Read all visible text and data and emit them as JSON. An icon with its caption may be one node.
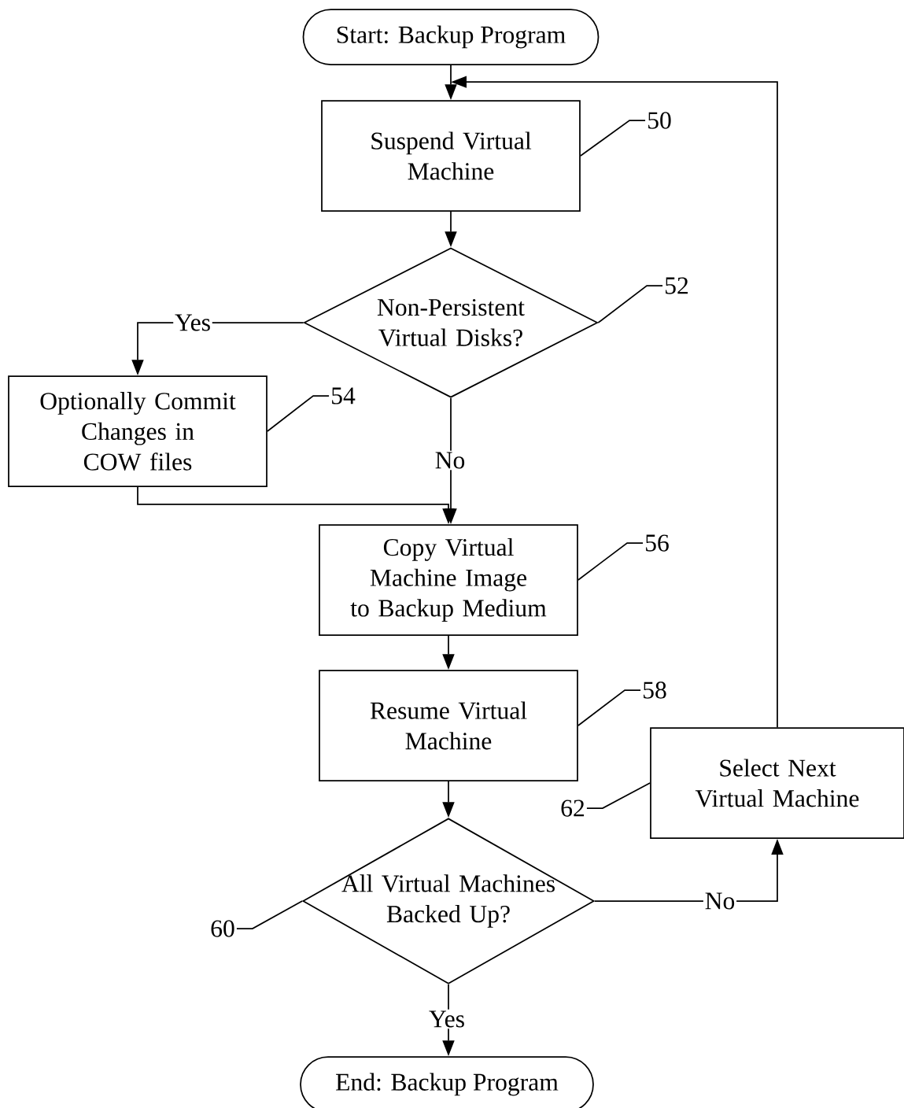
{
  "diagram": {
    "nodes": [
      {
        "text": [
          "Start:  Backup Program"
        ]
      },
      {
        "text": [
          "Suspend Virtual Machine"
        ]
      },
      {
        "text": [
          "Non-Persistent Virtual Disks?"
        ]
      },
      {
        "text": [
          "Optionally Commit Changes in COW files"
        ]
      },
      {
        "text": [
          "Copy Virtual Machine Image to Backup Medium"
        ]
      },
      {
        "text": [
          "Resume Virtual Machine"
        ]
      },
      {
        "text": [
          "All Virtual Machines Backed Up?"
        ]
      },
      {
        "text": [
          "Select Next Virtual Machine"
        ]
      },
      {
        "text": [
          "End:  Backup Program"
        ]
      },
      {
        "text": [
          "50"
        ]
      },
      {
        "text": [
          "52"
        ]
      },
      {
        "text": [
          "54"
        ]
      },
      {
        "text": [
          "56"
        ]
      },
      {
        "text": [
          "58"
        ]
      },
      {
        "text": [
          "60"
        ]
      },
      {
        "text": [
          "62"
        ]
      }
    ],
    "edges": [
      {
        "from": 0,
        "to": 1,
        "arrow": "to"
      },
      {
        "from": 1,
        "to": 2,
        "arrow": "to"
      },
      {
        "from": 2,
        "to": 3,
        "arrow": "to",
        "label": "Yes"
      },
      {
        "from": 2,
        "to": 4,
        "arrow": "to",
        "label": "No"
      },
      {
        "from": 3,
        "to": 4,
        "arrow": "to"
      },
      {
        "from": 4,
        "to": 5,
        "arrow": "to"
      },
      {
        "from": 5,
        "to": 6,
        "arrow": "to"
      },
      {
        "from": 6,
        "to": 7,
        "arrow": "to",
        "label": "No"
      },
      {
        "from": 6,
        "to": 8,
        "arrow": "to",
        "label": "Yes"
      },
      {
        "from": 7,
        "to": 1,
        "arrow": "to"
      },
      {
        "from": 9,
        "to": 1,
        "arrow": "none"
      },
      {
        "from": 10,
        "to": 2,
        "arrow": "none"
      },
      {
        "from": 11,
        "to": 3,
        "arrow": "none"
      },
      {
        "from": 12,
        "to": 4,
        "arrow": "none"
      },
      {
        "from": 13,
        "to": 5,
        "arrow": "none"
      },
      {
        "from": 14,
        "to": 6,
        "arrow": "none"
      },
      {
        "from": 15,
        "to": 7,
        "arrow": "none"
      }
    ]
  }
}
